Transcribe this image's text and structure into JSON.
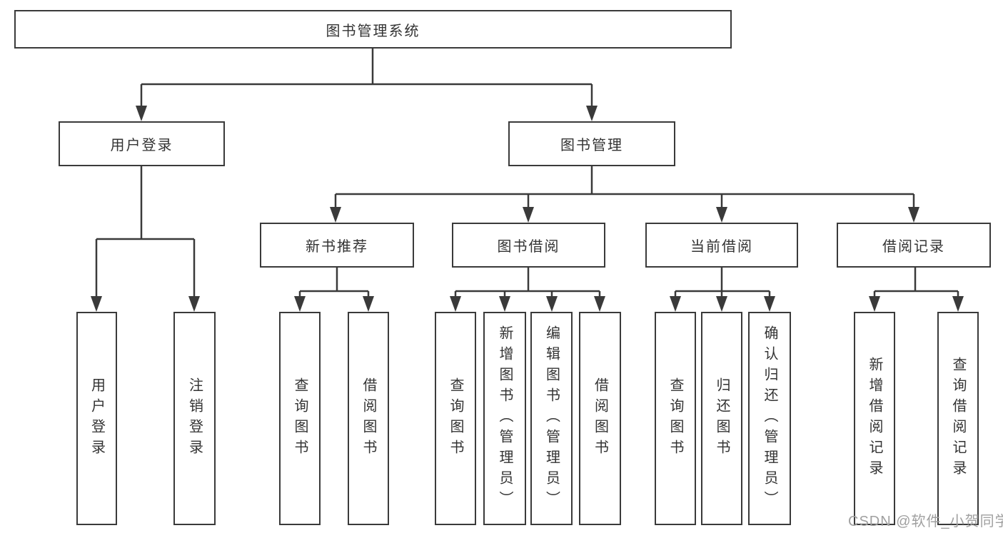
{
  "colors": {
    "line": "#3a3a3a",
    "text": "#333333",
    "background": "#ffffff",
    "watermark": "#a0a0a0"
  },
  "watermark": {
    "text": "CSDN @软件_小贺同学"
  },
  "tree": {
    "root": {
      "label": "图书管理系统",
      "children": [
        {
          "label": "用户登录",
          "children": [
            {
              "label": "用户登录"
            },
            {
              "label": "注销登录"
            }
          ]
        },
        {
          "label": "图书管理",
          "children": [
            {
              "label": "新书推荐",
              "children": [
                {
                  "label": "查询图书"
                },
                {
                  "label": "借阅图书"
                }
              ]
            },
            {
              "label": "图书借阅",
              "children": [
                {
                  "label": "查询图书"
                },
                {
                  "label": "新增图书（管理员）"
                },
                {
                  "label": "编辑图书（管理员）"
                },
                {
                  "label": "借阅图书"
                }
              ]
            },
            {
              "label": "当前借阅",
              "children": [
                {
                  "label": "查询图书"
                },
                {
                  "label": "归还图书"
                },
                {
                  "label": "确认归还（管理员）"
                }
              ]
            },
            {
              "label": "借阅记录",
              "children": [
                {
                  "label": "新增借阅记录"
                },
                {
                  "label": "查询借阅记录"
                }
              ]
            }
          ]
        }
      ]
    }
  }
}
